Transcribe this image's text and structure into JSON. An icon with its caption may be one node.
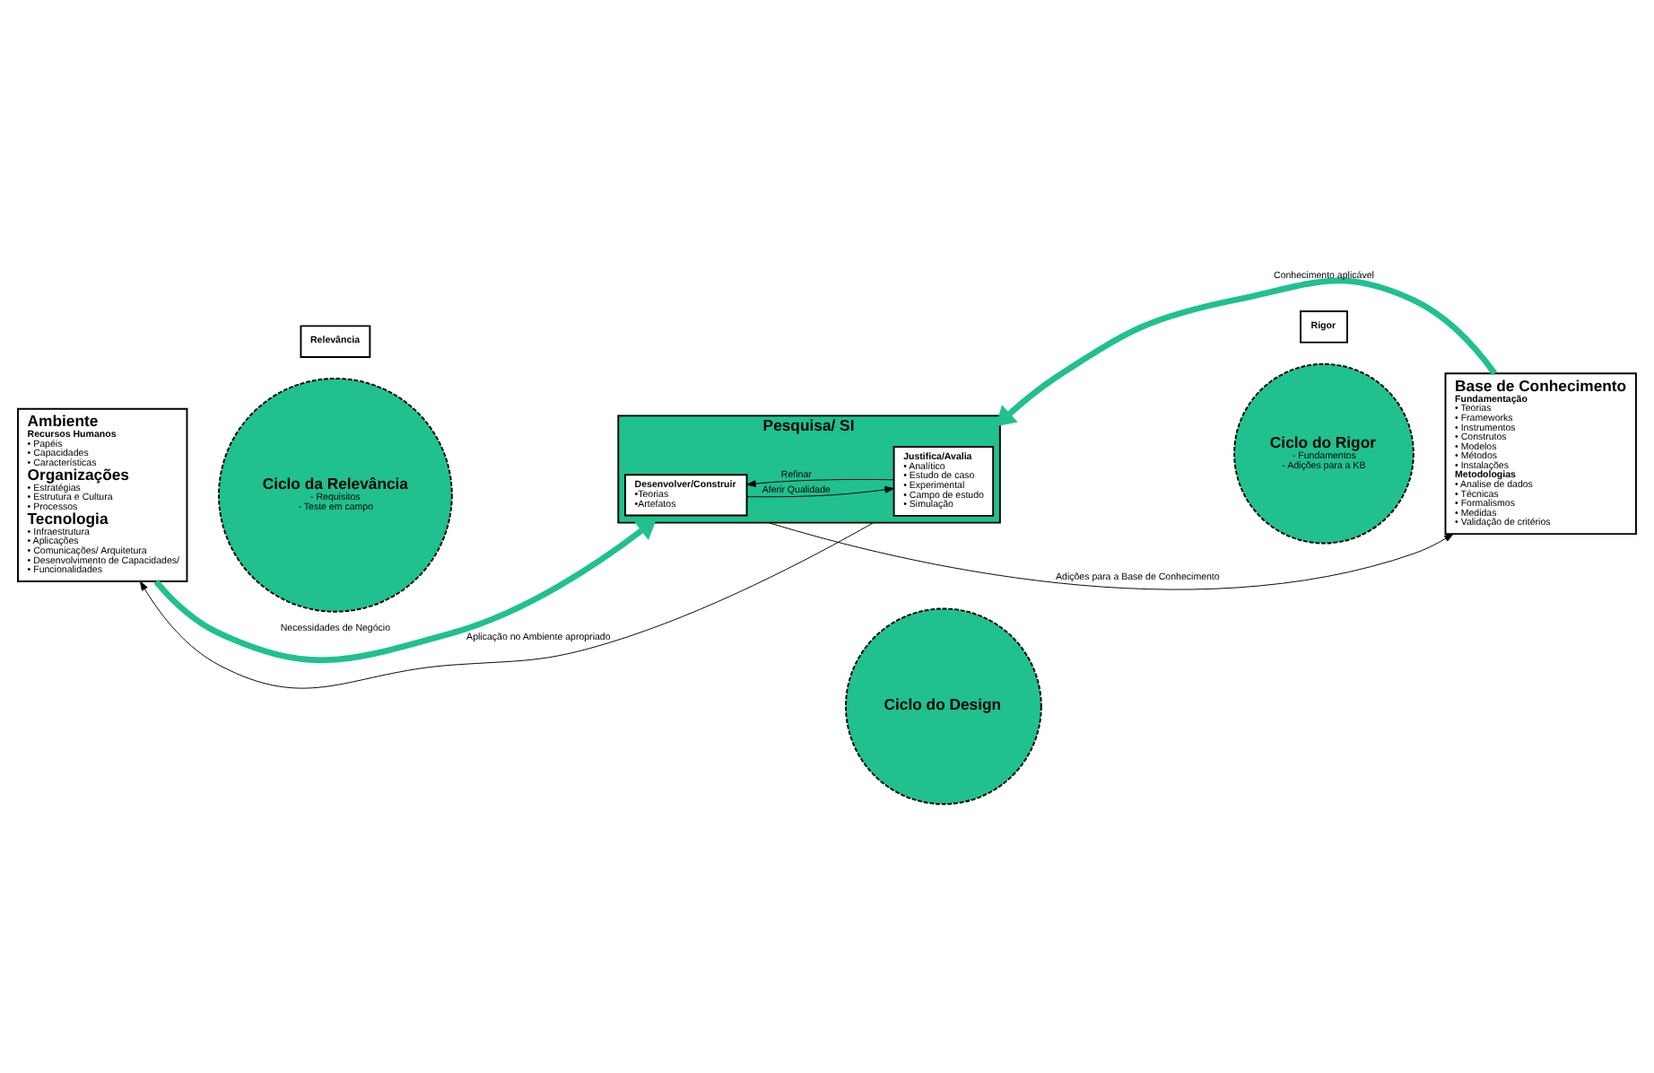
{
  "diagram": {
    "nodes": [
      {
        "text": [
          "Ambiente",
          "Recursos Humanos",
          "• Papéis",
          "• Capacidades",
          "• Características",
          "Organizações",
          "• Estratégias",
          "• Estrutura e Cultura",
          "• Processos",
          "Tecnologia",
          "• Infraestrutura",
          "• Aplicações",
          "• Comunicações/ Arquitetura",
          "• Desenvolvimento de Capacidades/",
          "• Funcionalidades"
        ]
      },
      {
        "text": [
          "Relevância"
        ]
      },
      {
        "text": [
          "Rigor"
        ]
      },
      {
        "text": [
          "Pesquisa/ SI"
        ]
      },
      {
        "text": [
          "Desenvolver/Construir",
          "•Teorias",
          "•Artefatos"
        ],
        "in": 3
      },
      {
        "text": [
          "Justifica/Avalia",
          "• Analítico",
          "• Estudo de caso",
          "• Experimental",
          "• Campo de estudo",
          "• Simulação"
        ],
        "in": 3
      },
      {
        "text": [
          "Base de Conhecimento",
          "Fundamentação",
          "• Teorias",
          "• Frameworks",
          "• Instrumentos",
          "• Construtos",
          "• Modelos",
          "• Métodos",
          "• Instalações",
          "Metodologias",
          "• Analise de dados",
          "• Técnicas",
          "• Formalismos",
          "• Medidas",
          "• Validação de critérios"
        ]
      },
      {
        "text": [
          "Ciclo da Relevância",
          "- Requisitos",
          "- Teste em campo"
        ]
      },
      {
        "text": [
          "Ciclo do Rigor",
          "- Fundamentos",
          "- Adições para a KB"
        ]
      },
      {
        "text": [
          "Ciclo do Design"
        ]
      }
    ],
    "edges": [
      {
        "from": 0,
        "to": 3,
        "arrow": "to",
        "label": "Necessidades de Negócio",
        "style": "thick",
        "color": "#20c08f"
      },
      {
        "from": 6,
        "to": 3,
        "arrow": "to",
        "label": "Conhecimento aplicável",
        "style": "thick",
        "color": "#20c08f"
      },
      {
        "from": 4,
        "to": 5,
        "arrow": "to",
        "label": "Aferir Qualidade"
      },
      {
        "from": 5,
        "to": 4,
        "arrow": "to",
        "label": "Refinar"
      },
      {
        "from": 3,
        "to": 0,
        "arrow": "to",
        "label": "Aplicação no Ambiente apropriado"
      },
      {
        "from": 3,
        "to": 6,
        "arrow": "to",
        "label": "Adições para a Base de Conhecimento"
      }
    ]
  }
}
